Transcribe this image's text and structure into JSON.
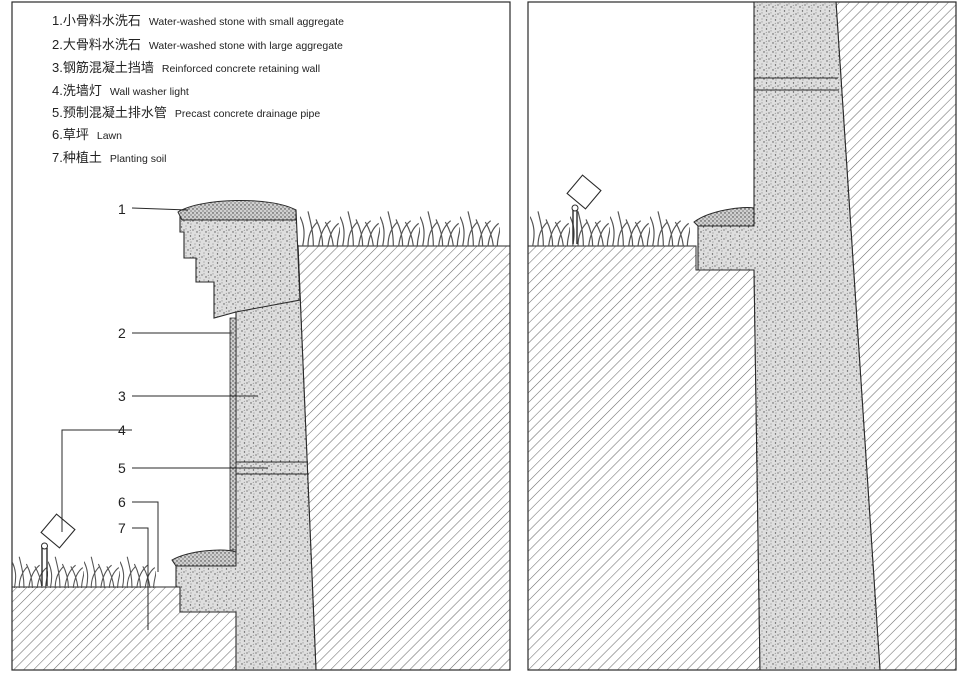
{
  "legend": [
    {
      "number": "1.",
      "zh": "小骨料水洗石",
      "en": "Water-washed stone with small aggregate"
    },
    {
      "number": "2.",
      "zh": "大骨料水洗石",
      "en": "Water-washed stone with large aggregate"
    },
    {
      "number": "3.",
      "zh": "钢筋混凝土挡墙",
      "en": "Reinforced concrete retaining wall"
    },
    {
      "number": "4.",
      "zh": "洗墙灯",
      "en": "Wall washer light"
    },
    {
      "number": "5.",
      "zh": "预制混凝土排水管",
      "en": "Precast concrete drainage pipe"
    },
    {
      "number": "6.",
      "zh": "草坪",
      "en": "Lawn"
    },
    {
      "number": "7.",
      "zh": "种植土",
      "en": "Planting soil"
    }
  ],
  "callouts": [
    "1",
    "2",
    "3",
    "4",
    "5",
    "6",
    "7"
  ],
  "colors": {
    "line": "#2a2a2a",
    "hatch": "#6e6e6e",
    "concrete_fill": "#dcdcdc",
    "background": "#ffffff"
  },
  "icons": {
    "wall_light": "wall-washer-light-icon",
    "grass": "lawn-grass-icon"
  }
}
